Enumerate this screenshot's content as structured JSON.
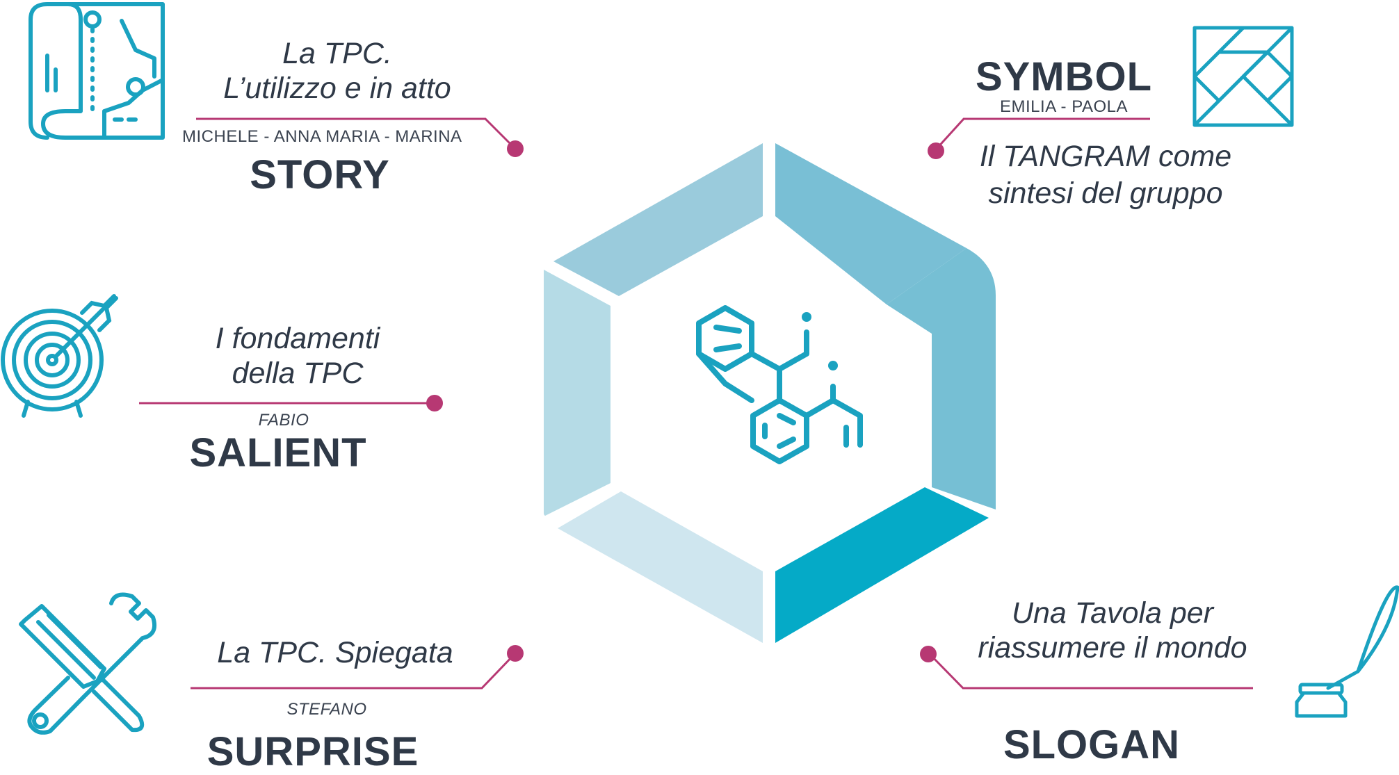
{
  "colors": {
    "accent": "#b73873",
    "icon": "#1aa2c0",
    "text": "#2f3947",
    "hex_top_left": "#9acbdc",
    "hex_top_right": "#79bfd5",
    "hex_right": "#76bfd4",
    "hex_bottom_right": "#05aac7",
    "hex_bottom_left": "#cfe6ef",
    "hex_left": "#b5dbe6"
  },
  "center_icon": "molecule-icon",
  "blocks": {
    "story": {
      "icon": "map-icon",
      "desc_line1": "La TPC.",
      "desc_line2": "L’utilizzo e in atto",
      "names": "MICHELE - ANNA MARIA - MARINA",
      "title": "STORY"
    },
    "symbol": {
      "icon": "tangram-icon",
      "title": "SYMBOL",
      "names": "EMILIA - PAOLA",
      "desc_line1": "Il TANGRAM come",
      "desc_line2": "sintesi del gruppo"
    },
    "salient": {
      "icon": "target-icon",
      "desc_line1": "I fondamenti",
      "desc_line2": "della TPC",
      "names": "FABIO",
      "title": "SALIENT"
    },
    "surprise": {
      "icon": "tools-icon",
      "desc_line1": "La TPC. Spiegata",
      "names": "STEFANO",
      "title": "SURPRISE"
    },
    "slogan": {
      "icon": "quill-icon",
      "desc_line1": "Una Tavola per",
      "desc_line2": "riassumere il mondo",
      "title": "SLOGAN"
    }
  }
}
